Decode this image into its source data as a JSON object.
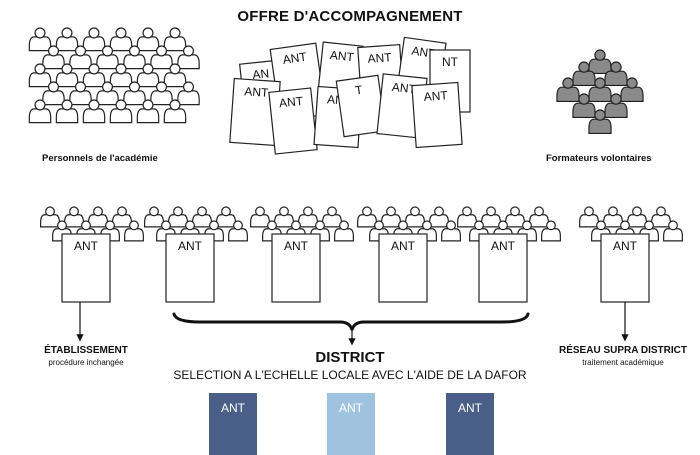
{
  "heading": "OFFRE D'ACCOMPAGNEMENT",
  "top_left_caption": "Personnels de l'académie",
  "top_right_caption": "Formateurs volontaires",
  "doc_label": "ANT",
  "doc_fragments": {
    "an": "AN",
    "nt": "NT",
    "t": "T"
  },
  "etablissement": {
    "title": "ÉTABLISSEMENT",
    "subtitle": "procédure inchangée"
  },
  "reseau": {
    "title": "RÉSEAU SUPRA DISTRICT",
    "subtitle": "traitement académique"
  },
  "district": {
    "title": "DISTRICT",
    "subtitle": "SELECTION A L'ECHELLE LOCALE AVEC L'AIDE DE LA DAFOR"
  },
  "colors": {
    "dark_blue": "#4a5f87",
    "light_blue": "#9fc3de",
    "gray_person": "#8a8a8a",
    "outline": "#222222"
  }
}
